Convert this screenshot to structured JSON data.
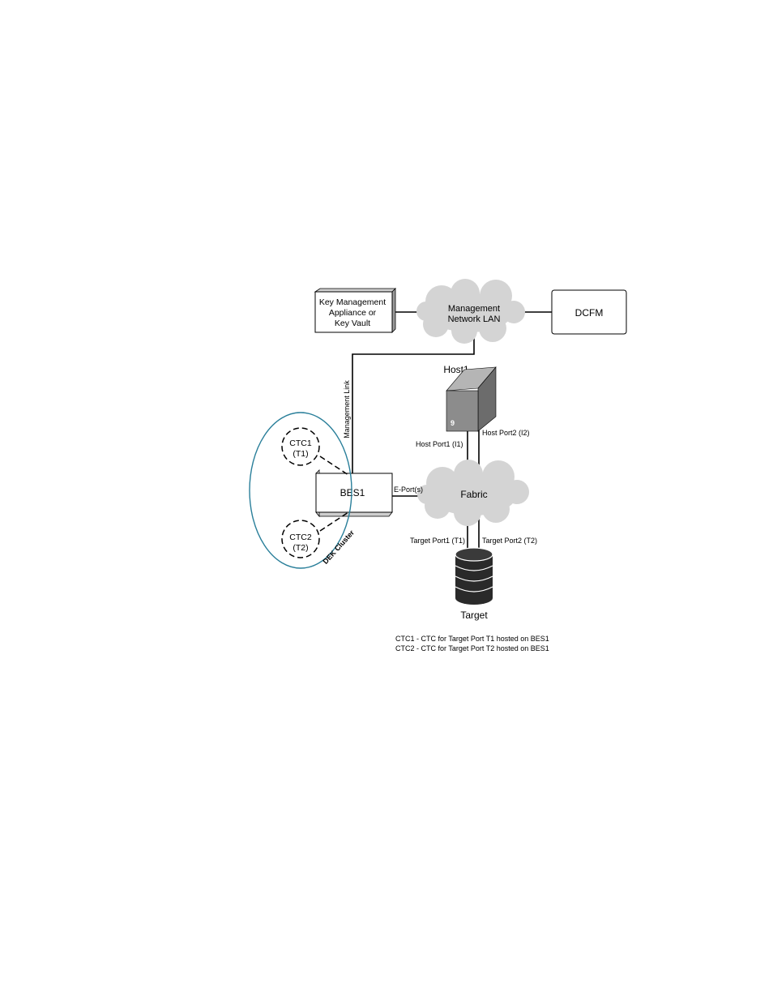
{
  "nodes": {
    "kma": {
      "lines": [
        "Key Management",
        "Appliance or",
        "Key Vault"
      ]
    },
    "mgmt_lan": {
      "lines": [
        "Management",
        "Network LAN"
      ]
    },
    "dcfm": {
      "label": "DCFM"
    },
    "host": {
      "label": "Host1",
      "badge": "9"
    },
    "fabric": {
      "label": "Fabric"
    },
    "bes": {
      "label": "BES1"
    },
    "target": {
      "label": "Target"
    },
    "ctc1": {
      "lines": [
        "CTC1",
        "(T1)"
      ]
    },
    "ctc2": {
      "lines": [
        "CTC2",
        "(T2)"
      ]
    }
  },
  "links": {
    "management_link": "Management Link",
    "host_port1": "Host Port1  (I1)",
    "host_port2": "Host Port2 (I2)",
    "eport": "E-Port(s)",
    "target_port1": "Target Port1  (T1)",
    "target_port2": "Target Port2  (T2)"
  },
  "cluster": {
    "label": "DEK Cluster",
    "color": "#2a7f9a"
  },
  "legend": [
    "CTC1 - CTC for Target Port T1 hosted on BES1",
    "CTC2 - CTC for Target Port T2 hosted on BES1"
  ],
  "colors": {
    "cloud": "#d4d4d4",
    "host": "#8c8c8c",
    "disk": "#2a2a2a"
  }
}
